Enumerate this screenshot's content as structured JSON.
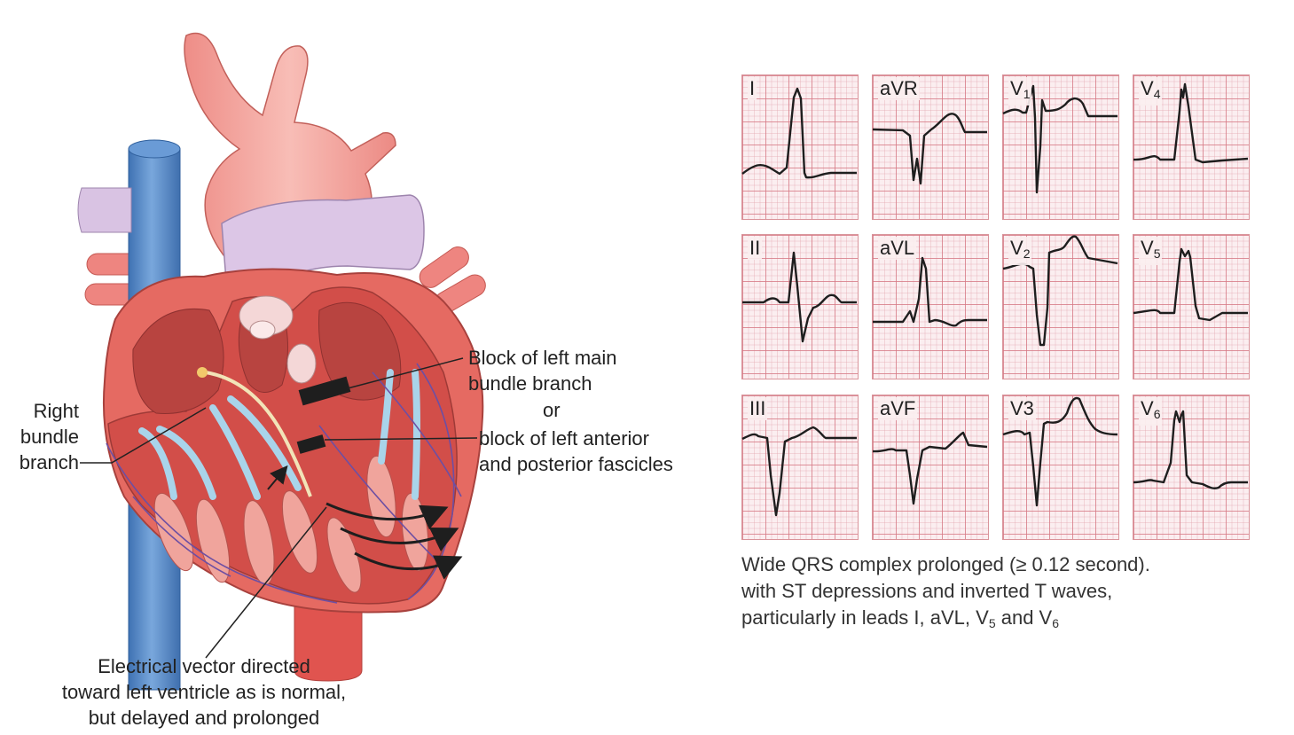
{
  "labels": {
    "right_bundle": [
      "Right",
      "bundle",
      "branch"
    ],
    "block": [
      "Block of left main",
      "bundle branch",
      "or",
      "block of left anterior",
      "and posterior fascicles"
    ],
    "vector": [
      "Electrical vector directed",
      "toward left ventricle as is normal,",
      "but delayed and prolonged"
    ]
  },
  "leads": [
    {
      "id": "I",
      "name": "I",
      "sub": ""
    },
    {
      "id": "aVR",
      "name": "aVR",
      "sub": ""
    },
    {
      "id": "V1",
      "name": "V",
      "sub": "1"
    },
    {
      "id": "V4",
      "name": "V",
      "sub": "4"
    },
    {
      "id": "II",
      "name": "II",
      "sub": ""
    },
    {
      "id": "aVL",
      "name": "aVL",
      "sub": ""
    },
    {
      "id": "V2",
      "name": "V",
      "sub": "2"
    },
    {
      "id": "V5",
      "name": "V",
      "sub": "5"
    },
    {
      "id": "III",
      "name": "III",
      "sub": ""
    },
    {
      "id": "aVF",
      "name": "aVF",
      "sub": ""
    },
    {
      "id": "V3",
      "name": "V3",
      "sub": ""
    },
    {
      "id": "V6",
      "name": "V",
      "sub": "6"
    }
  ],
  "caption": {
    "line1": "Wide QRS complex prolonged (≥ 0.12 second).",
    "line2": "with ST depressions and inverted T waves,",
    "line3_a": "particularly in leads I, aVL, V",
    "line3_sub1": "5",
    "line3_b": " and V",
    "line3_sub2": "6"
  },
  "colors": {
    "aorta": "#f3a39c",
    "vena_cava": "#4f85c6",
    "pulmonary_artery": "#d9c3e3",
    "myocardium": "#d9564f",
    "myocardium_dark": "#b9403f",
    "conduction_fibers": "#a9d4ea",
    "purkinje": "#6d4fa3",
    "ecg_paper": "#fbeef0",
    "ecg_grid": "#d67884",
    "ecg_trace": "#1e1e1e"
  }
}
